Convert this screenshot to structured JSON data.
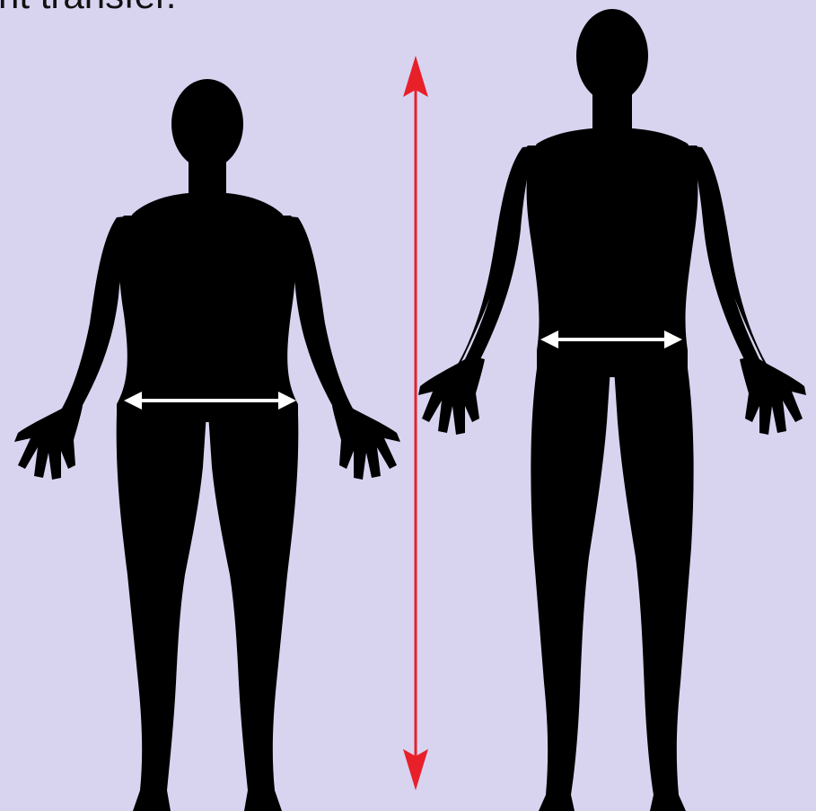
{
  "caption_text": "nt transfer.",
  "colors": {
    "background": "#d8d4f0",
    "silhouette": "#000000",
    "width_arrow": "#ffffff",
    "height_arrow": "#e8202a"
  },
  "figures": [
    {
      "id": "shorter-wider-figure",
      "description_icon": "human-silhouette-icon"
    },
    {
      "id": "taller-narrower-figure",
      "description_icon": "human-silhouette-icon"
    }
  ]
}
